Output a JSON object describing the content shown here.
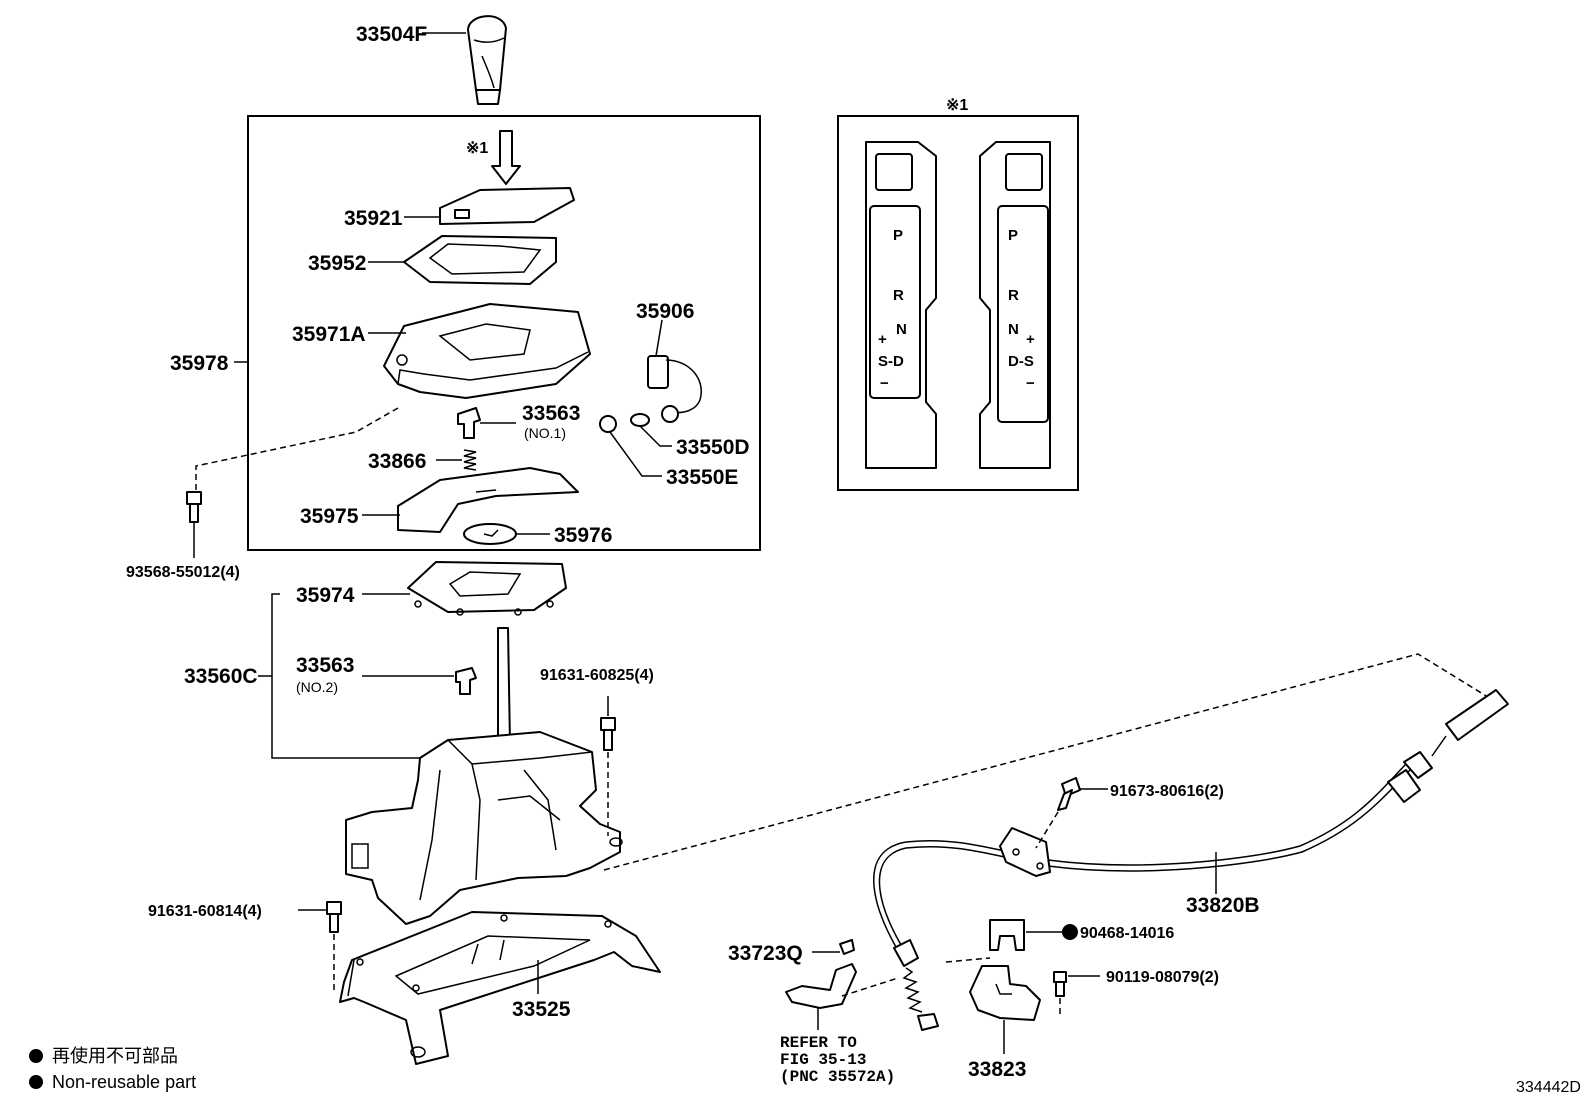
{
  "labels": {
    "knob": "33504F",
    "p35921": "35921",
    "p35952": "35952",
    "p35971A": "35971A",
    "p35978": "35978",
    "p35906": "35906",
    "p33563_no1": "33563",
    "p33563_no1_sub": "(NO.1)",
    "p33550D": "33550D",
    "p33550E": "33550E",
    "p33866": "33866",
    "p35975": "35975",
    "p35976": "35976",
    "bolt93568": "93568-55012(4)",
    "p35974": "35974",
    "p33560C": "33560C",
    "p33563_no2": "33563",
    "p33563_no2_sub": "(NO.2)",
    "bolt91631_25": "91631-60825(4)",
    "bolt91631_14": "91631-60814(4)",
    "p33525": "33525",
    "bolt91673": "91673-80616(2)",
    "p33820B": "33820B",
    "clip90468": "90468-14016",
    "bolt90119": "90119-08079(2)",
    "p33723Q": "33723Q",
    "p33823": "33823",
    "refer_line1": "REFER TO",
    "refer_line2": "FIG 35-13",
    "refer_line3": "(PNC 35572A)",
    "note_mark": "※1",
    "inset_mark": "※1"
  },
  "gate_left": {
    "p": "P",
    "r": "R",
    "n": "N",
    "plus": "+",
    "sd": "S-D",
    "minus": "−"
  },
  "gate_right": {
    "p": "P",
    "r": "R",
    "n": "N",
    "plus": "+",
    "ds": "D-S",
    "minus": "−"
  },
  "legend": {
    "line1": "再使用不可部品",
    "line2": "Non-reusable part"
  },
  "diagram_code": "334442D"
}
